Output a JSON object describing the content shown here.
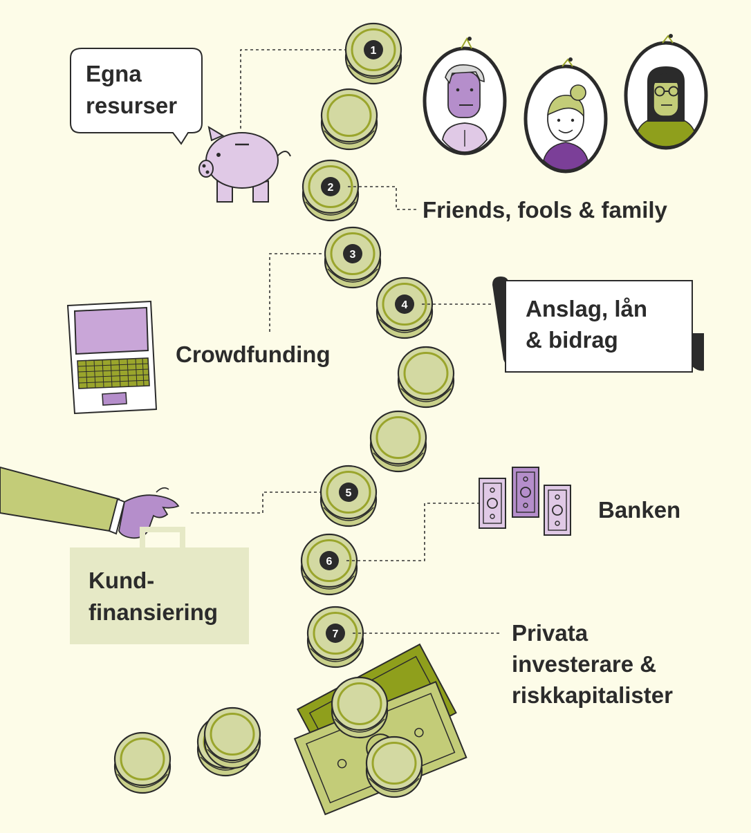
{
  "labels": {
    "egna_line1": "Egna",
    "egna_line2": "resurser",
    "friends": "Friends, fools & family",
    "crowdfunding": "Crowdfunding",
    "anslag_line1": "Anslag, lån",
    "anslag_line2": "& bidrag",
    "banken": "Banken",
    "kund_line1": "Kund-",
    "kund_line2": "finansiering",
    "privata_line1": "Privata",
    "privata_line2": "investerare &",
    "privata_line3": "riskkapitalister"
  },
  "steps": [
    "1",
    "2",
    "3",
    "4",
    "5",
    "6",
    "7"
  ],
  "colors": {
    "background": "#fdfce8",
    "coin_face": "#d3d9a2",
    "coin_rim": "#9aa52c",
    "coin_edge": "#c9d08a",
    "outline": "#2b2b2b",
    "purple_light": "#e0c9e6",
    "purple_mid": "#b58ecb",
    "purple_dark": "#7b3f98",
    "olive": "#8f9f1c",
    "olive_light": "#c3cc78",
    "bag_fill": "#e6e9c6"
  },
  "icons": [
    "speech-bubble-icon",
    "piggy-bank-icon",
    "portrait-frame-icon",
    "laptop-icon",
    "scroll-icon",
    "banknote-icon",
    "hand-icon",
    "bag-icon",
    "coin-icon",
    "money-pile-icon"
  ]
}
